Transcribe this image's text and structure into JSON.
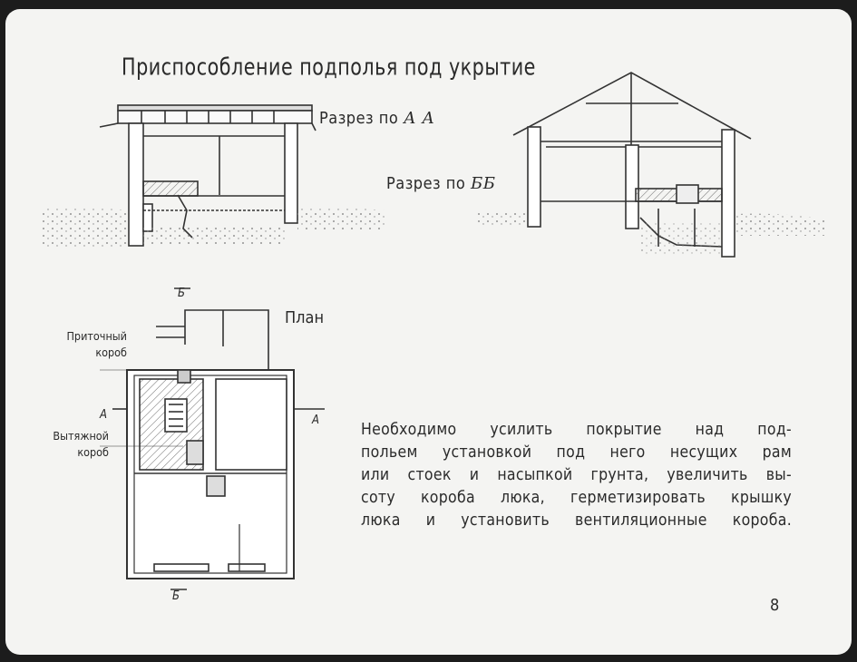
{
  "title": "Приспособление подполья под укрытие",
  "section_aa": {
    "prefix": "Разрез по",
    "suffix": "А А"
  },
  "section_bb": {
    "prefix": "Разрез по",
    "suffix": "ББ"
  },
  "plan": {
    "label": "План",
    "supply_duct": "Приточный короб",
    "exhaust_duct": "Вытяжной короб",
    "marker_b_top": "Б",
    "marker_b_bottom": "Б",
    "marker_a_left": "А",
    "marker_a_right": "А"
  },
  "note": {
    "lines": [
      "Необходимо усилить покрытие над под-",
      "польем установкой под него несущих рам",
      "или стоек и насыпкой грунта, увеличить вы-",
      "соту короба люка, герметизировать крышку",
      "люка и установить вентиляционные короба."
    ]
  },
  "page_number": "8"
}
